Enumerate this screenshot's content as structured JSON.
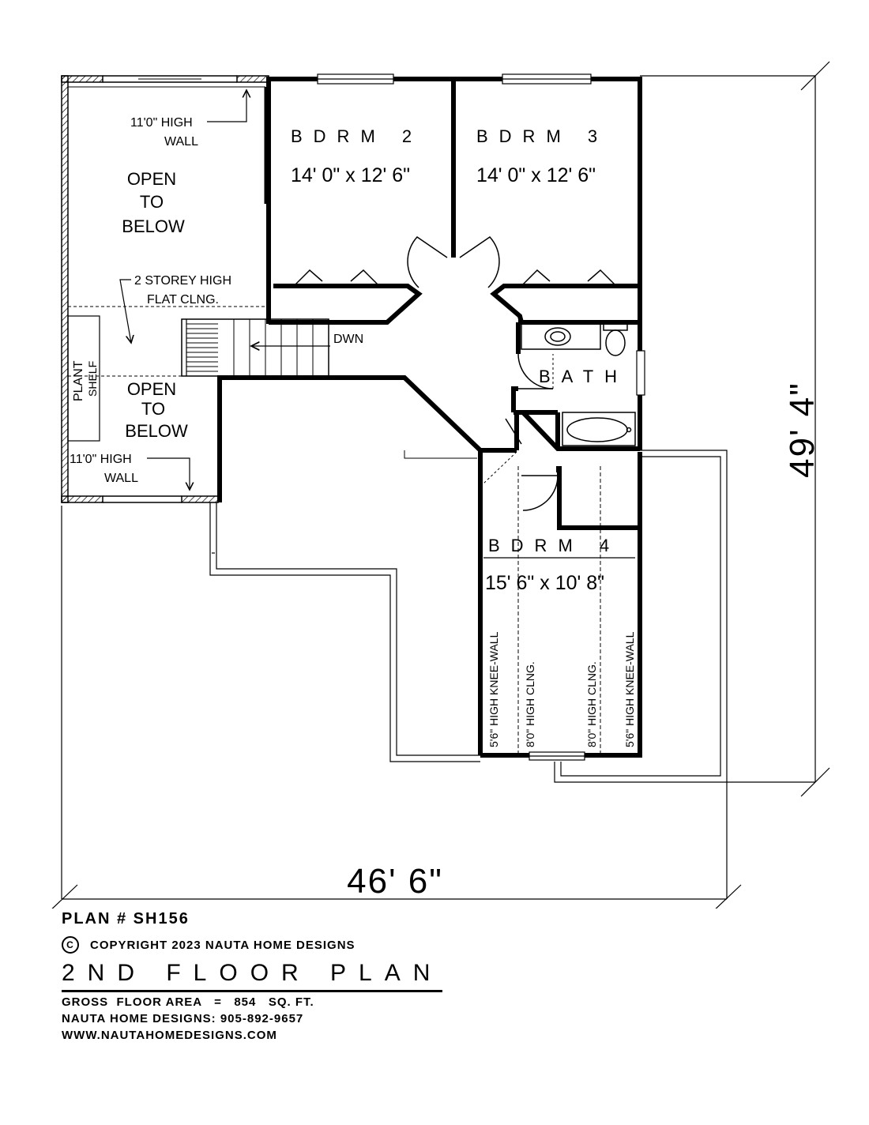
{
  "rooms": {
    "bdrm2": {
      "name": "BDRM 2",
      "dims": "14' 0\" x 12' 6\""
    },
    "bdrm3": {
      "name": "BDRM 3",
      "dims": "14' 0\" x 12' 6\""
    },
    "bdrm4": {
      "name": "BDRM 4",
      "dims": "15' 6\" x 10' 8\""
    },
    "bath": {
      "name": "BATH"
    }
  },
  "notes": {
    "high_wall_top_1": "11'0\" HIGH",
    "high_wall_top_2": "WALL",
    "open_below_top": [
      "OPEN",
      "TO",
      "BELOW"
    ],
    "storey_1": "2 STOREY HIGH",
    "storey_2": "FLAT CLNG.",
    "stairs": "DWN",
    "plant_shelf": [
      "PLANT",
      "SHELF"
    ],
    "open_below_bottom": [
      "OPEN",
      "TO",
      "BELOW"
    ],
    "high_wall_bottom_1": "11'0\" HIGH",
    "high_wall_bottom_2": "WALL",
    "knee_wall_left": "5'6\" HIGH KNEE-WALL",
    "clng_left": "8'0\" HIGH CLNG.",
    "clng_right": "8'0\" HIGH CLNG.",
    "knee_wall_right": "5'6\" HIGH KNEE-WALL"
  },
  "dimensions": {
    "width": "46' 6\"",
    "depth": "49' 4\""
  },
  "titleblock": {
    "plan_number": "PLAN # SH156",
    "copyright_symbol": "C",
    "copyright": "COPYRIGHT 2023 NAUTA HOME DESIGNS",
    "title": "2ND FLOOR PLAN",
    "gross_area": "GROSS  FLOOR AREA   =   854   SQ. FT.",
    "phone": "NAUTA HOME DESIGNS:  905-892-9657",
    "website": "WWW.NAUTAHOMEDESIGNS.COM"
  }
}
